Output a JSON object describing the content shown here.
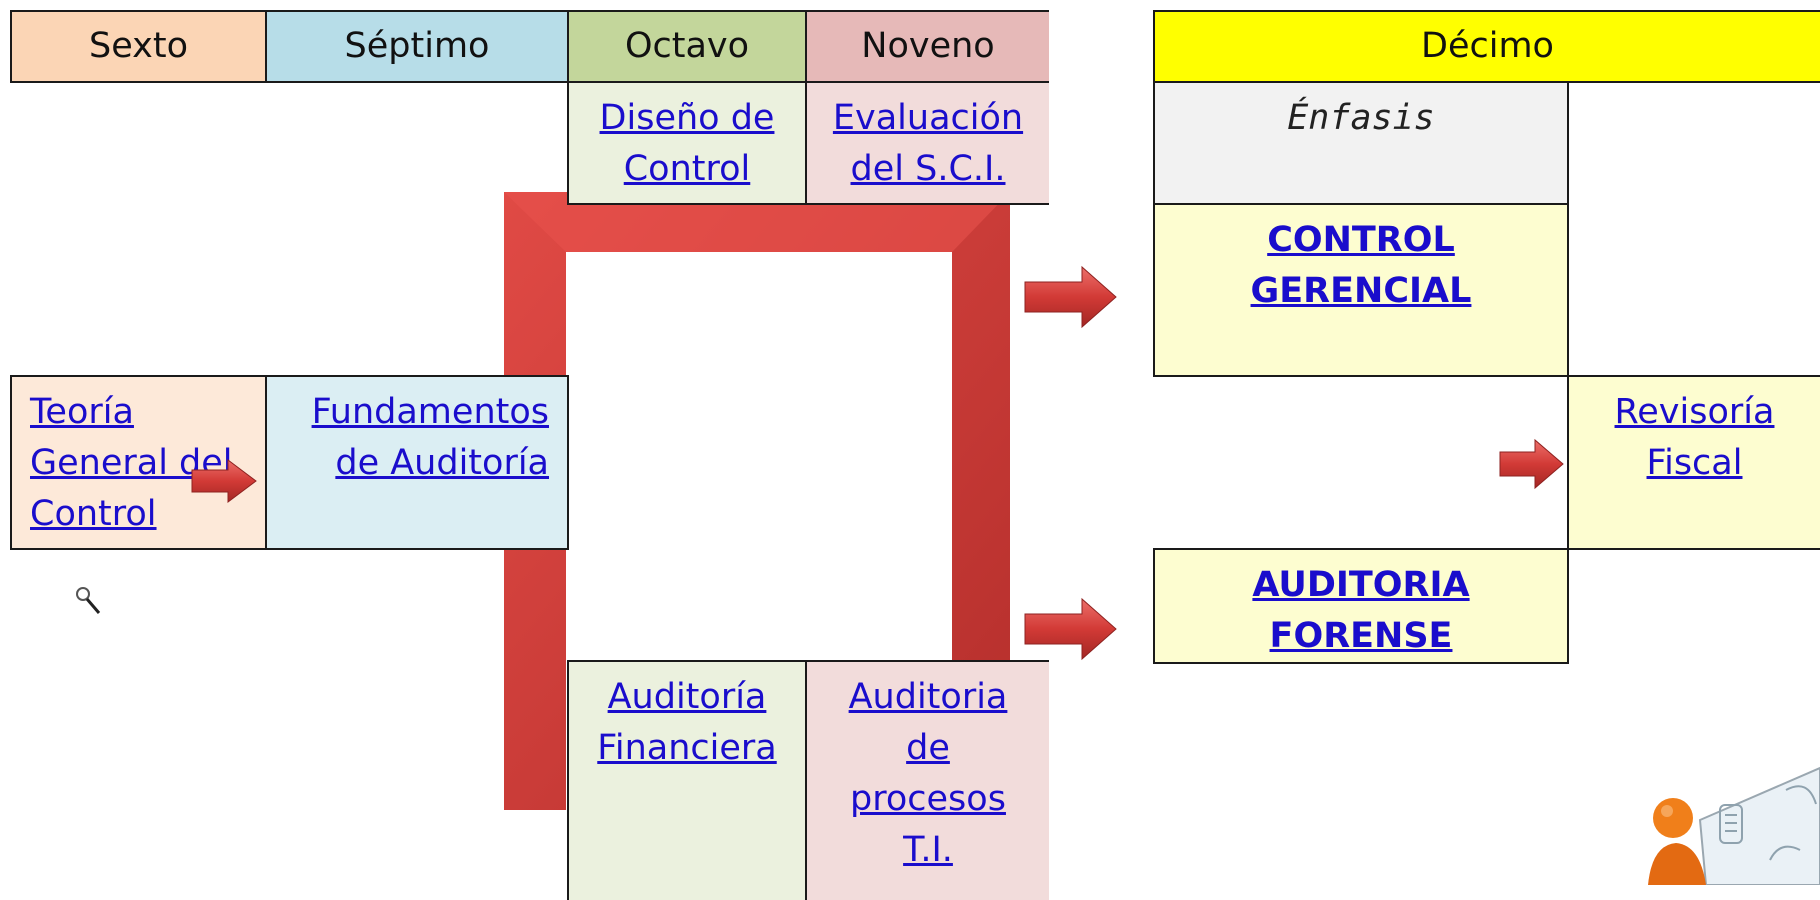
{
  "headers": {
    "sexto": "Sexto",
    "septimo": "Séptimo",
    "octavo": "Octavo",
    "noveno": "Noveno",
    "decimo": "Décimo"
  },
  "enfasis_label": "Énfasis",
  "courses": {
    "diseno_control": [
      "Diseño de",
      "Control"
    ],
    "evaluacion_sci": [
      "Evaluación",
      "del S.C.I."
    ],
    "teoria_general": [
      "Teoría",
      "General del",
      "Control"
    ],
    "fundamentos": [
      "Fundamentos",
      "de Auditoría"
    ],
    "auditoria_financiera": [
      "Auditoría",
      "Financiera"
    ],
    "auditoria_procesos": [
      "Auditoria",
      "de",
      "procesos",
      "T.I."
    ],
    "control_gerencial": [
      "CONTROL",
      "GERENCIAL"
    ],
    "revisoria_fiscal": [
      "Revisoría",
      "Fiscal"
    ],
    "auditoria_forense": [
      "AUDITORIA FORENSE"
    ]
  },
  "colors": {
    "sexto": "#fbd5b5",
    "septimo": "#b7dde8",
    "octavo": "#c3d69b",
    "noveno": "#e6b9b8",
    "decimo": "#ffff00",
    "enfasis_bg": "#f2f2f2",
    "emphasis_cell": "#fdfdd0",
    "sexto_light": "#fde9d9",
    "septimo_light": "#dbeef3",
    "octavo_light": "#ebf1de",
    "noveno_light": "#f2dcdb",
    "frame_red": "#d63e3a",
    "link": "#1a0dcc"
  },
  "icons": [
    "arrow-right-icon",
    "magnifier-icon",
    "person-at-whiteboard-icon"
  ]
}
